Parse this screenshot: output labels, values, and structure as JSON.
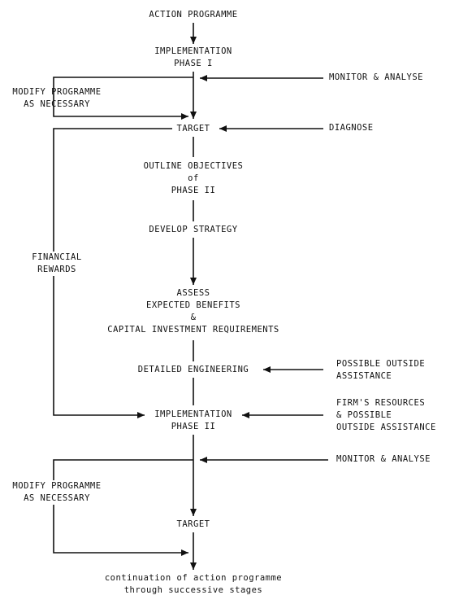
{
  "diagram": {
    "steps": {
      "action_programme": "ACTION PROGRAMME",
      "implementation_phase_1": [
        "IMPLEMENTATION",
        "PHASE I"
      ],
      "target_1": "TARGET",
      "outline_objectives": [
        "OUTLINE OBJECTIVES",
        "of",
        "PHASE II"
      ],
      "develop_strategy": "DEVELOP STRATEGY",
      "assess_benefits": [
        "ASSESS",
        "EXPECTED BENEFITS",
        "&",
        "CAPITAL INVESTMENT REQUIREMENTS"
      ],
      "detailed_engineering": "DETAILED ENGINEERING",
      "implementation_phase_2": [
        "IMPLEMENTATION",
        "PHASE II"
      ],
      "target_2": "TARGET",
      "continuation": [
        "continuation of action programme",
        "through successive stages"
      ]
    },
    "side_inputs": {
      "monitor_analyse_1": "MONITOR & ANALYSE",
      "diagnose": "DIAGNOSE",
      "possible_outside_assistance": [
        "POSSIBLE OUTSIDE",
        "ASSISTANCE"
      ],
      "firms_resources": [
        "FIRM'S RESOURCES",
        "& POSSIBLE",
        "OUTSIDE ASSISTANCE"
      ],
      "monitor_analyse_2": "MONITOR & ANALYSE"
    },
    "feedback": {
      "modify_programme_1": [
        "MODIFY PROGRAMME",
        "AS NECESSARY"
      ],
      "financial_rewards": [
        "FINANCIAL",
        "REWARDS"
      ],
      "modify_programme_2": [
        "MODIFY PROGRAMME",
        "AS NECESSARY"
      ]
    }
  }
}
